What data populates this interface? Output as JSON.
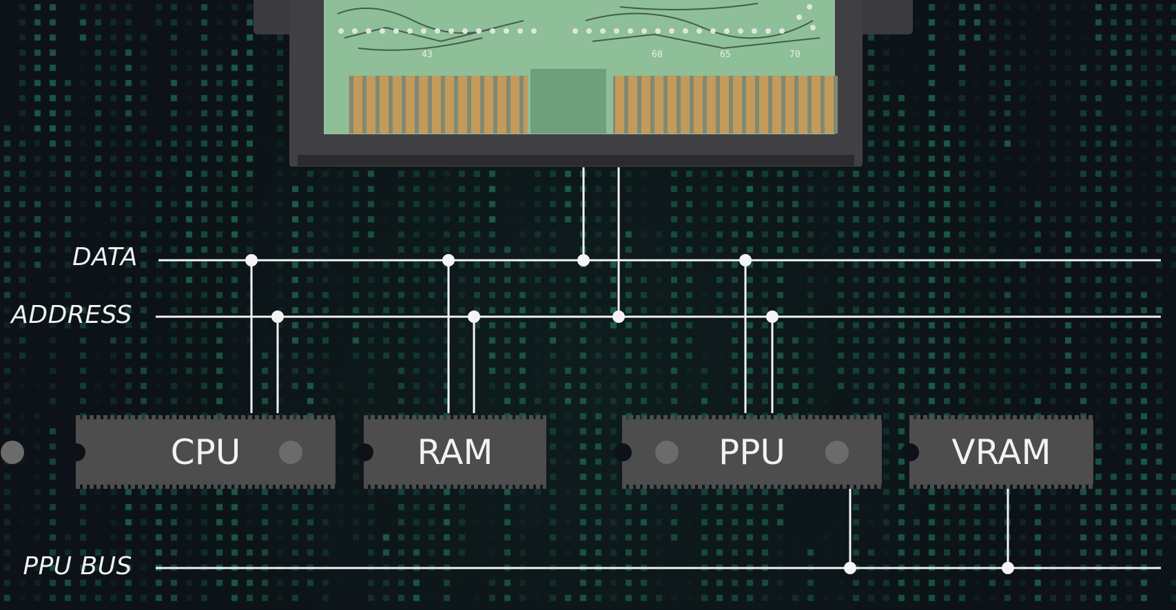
{
  "buses": {
    "data_label": "DATA",
    "address_label": "ADDRESS",
    "ppu_bus_label": "PPU BUS"
  },
  "chips": {
    "cpu": "CPU",
    "ram": "RAM",
    "ppu": "PPU",
    "vram": "VRAM"
  },
  "cartridge": {
    "trace_numbers": [
      "43",
      "60",
      "65",
      "70"
    ]
  },
  "colors": {
    "background": "#0c1217",
    "bus_line": "#f4f4f4",
    "chip_body": "#4d4d4d",
    "pcb_green": "#8fbf98",
    "gold_contact": "#c49a5a",
    "cartridge_shell": "#3c3c40"
  }
}
